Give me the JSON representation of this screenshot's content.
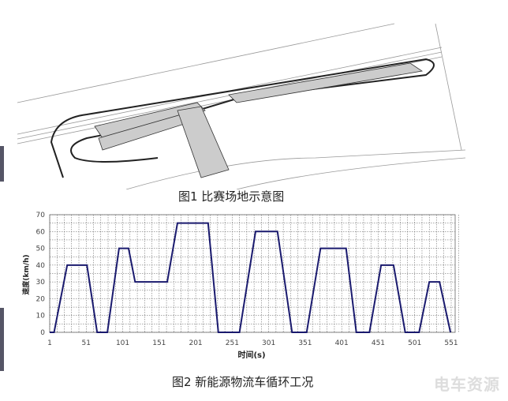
{
  "figure1": {
    "caption": "图1 比赛场地示意图"
  },
  "figure2": {
    "caption": "图2 新能源物流车循环工况"
  },
  "watermark": "电车资源",
  "chart_data": {
    "type": "line",
    "title": "",
    "xlabel": "时间(s)",
    "ylabel": "速度(km/h)",
    "xlim": [
      1,
      561
    ],
    "ylim": [
      0,
      70
    ],
    "x_ticks": [
      1,
      51,
      101,
      151,
      201,
      251,
      301,
      351,
      401,
      451,
      501,
      551
    ],
    "y_ticks": [
      0,
      10,
      20,
      30,
      40,
      50,
      60,
      70
    ],
    "grid": true,
    "line_color": "#1a1a6e",
    "x": [
      1,
      7,
      25,
      52,
      66,
      80,
      96,
      109,
      118,
      162,
      176,
      218,
      232,
      261,
      283,
      313,
      333,
      353,
      372,
      407,
      421,
      439,
      455,
      472,
      488,
      507,
      521,
      535,
      550
    ],
    "y": [
      0,
      0,
      40,
      40,
      0,
      0,
      50,
      50,
      30,
      30,
      65,
      65,
      0,
      0,
      60,
      60,
      0,
      0,
      50,
      50,
      0,
      0,
      40,
      40,
      0,
      0,
      30,
      30,
      0
    ]
  }
}
